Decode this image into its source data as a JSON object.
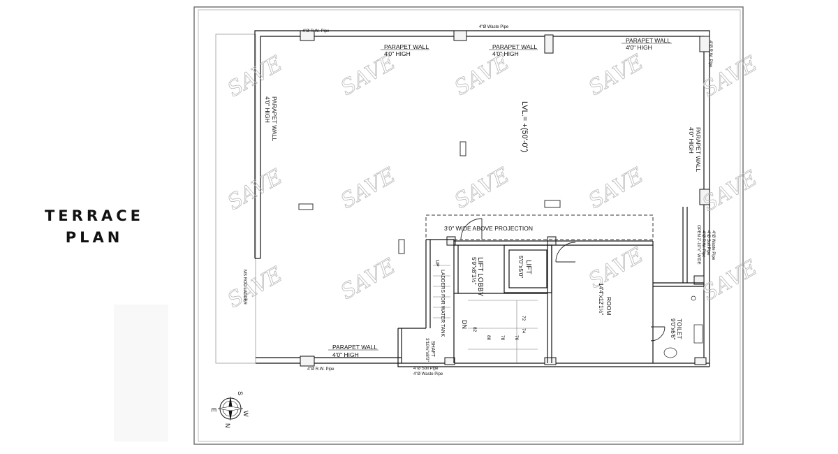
{
  "title": {
    "line1": "TERRACE",
    "line2": "PLAN"
  },
  "plan": {
    "level": "LVL.= +(50'-0\")",
    "parapet_label": "PARAPET WALL",
    "parapet_height": "4'0\" HIGH",
    "pipes": {
      "rw_pipe": "4\"Ø R.W. Pipe",
      "waste_pipe": "4\"Ø Waste Pipe",
      "soil_pipe": "4\"Ø Soil Pipe",
      "rw_pipe_right": "4\"Ø R.W. Pipe",
      "right_cluster": [
        "4\"Ø Waste Pipe",
        "4\"Ø Soil Pipe",
        "4\"Ø R.W. Pipe",
        "OPEN 2'-10\"x'' WIDE"
      ]
    },
    "projection": "3'0\" WIDE ABOVE PROJECTION",
    "lift_lobby": {
      "name": "LIFT LOBBY",
      "size": "5'9\"x8'1½\""
    },
    "lift": {
      "name": "LIFT",
      "size": "5'0\"x5'0\""
    },
    "room": {
      "name": "ROOM",
      "size": "14'4\"x12'1½\""
    },
    "toilet": {
      "name": "TOILET",
      "size": "9'0\"x6'6\""
    },
    "shaft": {
      "name": "SHAFT",
      "size": "3'10½\"x8'0\""
    },
    "ladders": "LADDERS FOR WATER TANK",
    "up": "UP",
    "dn": "DN",
    "ms_ladder": "MS ROD LADDER",
    "step_numbers": [
      "72",
      "74",
      "76",
      "78",
      "80",
      "82"
    ],
    "watermark": "SAVE",
    "compass": {
      "n": "N",
      "s": "S",
      "e": "E",
      "w": "W"
    }
  }
}
